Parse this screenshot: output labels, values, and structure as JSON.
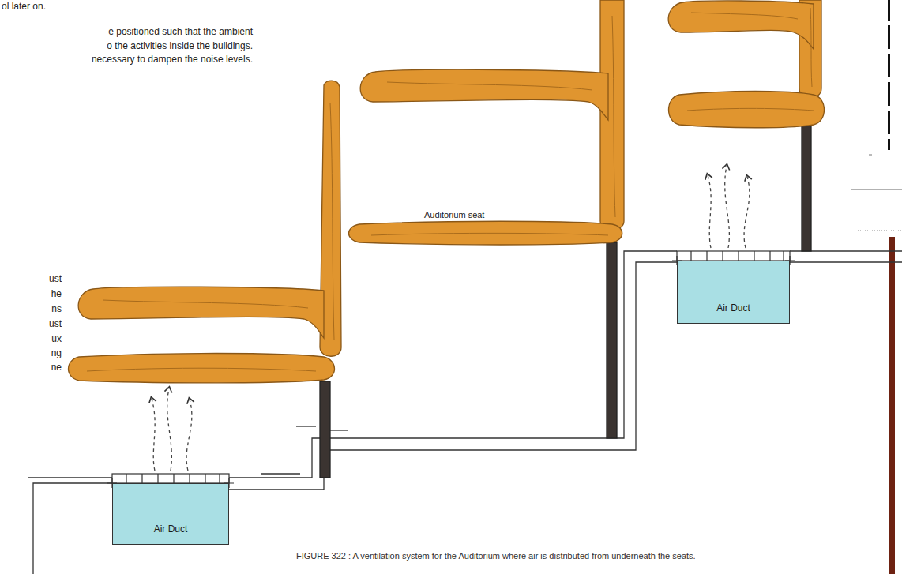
{
  "diagram": {
    "caption": "FIGURE 322 : A ventilation system for the Auditorium where air is distributed from underneath the seats.",
    "nodes": [
      {
        "text": [
          "Air Duct"
        ]
      },
      {
        "text": [
          "Air Duct"
        ]
      }
    ],
    "labels": [
      "ol later on.",
      "e positioned such that  the ambient",
      "o the activities inside the buildings.",
      "necessary to dampen the noise levels.",
      "ust",
      "he",
      "ns",
      "ust",
      "ux",
      "ng",
      "ne",
      "Auditorium seat"
    ]
  }
}
